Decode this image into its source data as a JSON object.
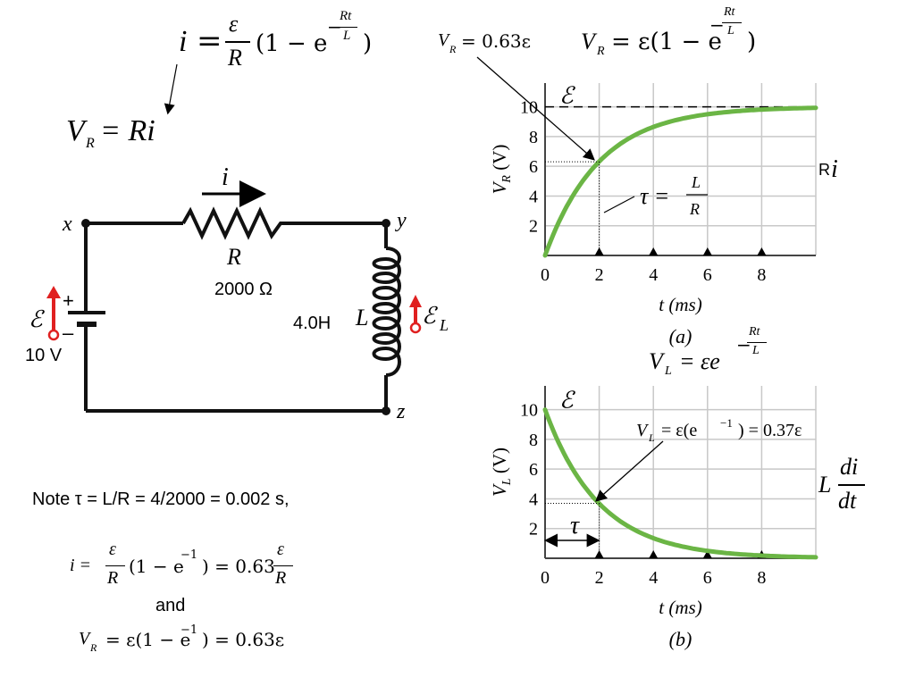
{
  "circuit": {
    "node_x": "x",
    "node_y": "y",
    "node_z": "z",
    "current_label": "i",
    "resistor_label": "R",
    "resistance_value": "2000 Ω",
    "inductor_label": "L",
    "inductance_value": "4.0H",
    "battery_plus": "+",
    "battery_minus": "–",
    "emf_symbol": "ℰ",
    "inductor_emf_symbol": "ℰ",
    "inductor_emf_subscript": "L",
    "battery_value": "10 V",
    "colors": {
      "wire": "#111111",
      "emf_arrow": "#e02020"
    }
  },
  "equations": {
    "current_lhs": "i",
    "current_frac_num": "ε",
    "current_frac_den": "R",
    "current_rest": "(1 − e",
    "current_exp_num": "Rt",
    "current_exp_den": "L",
    "current_close": ")",
    "vr_ohm": "V",
    "vr_ohm_sub": "R",
    "vr_ohm_rhs": "= Ri",
    "vr_063_label": "V",
    "vr_063_sub": "R",
    "vr_063_rhs": "= 0.63ε",
    "vr_full": "V",
    "vr_full_sub": "R",
    "vr_full_rhs": "= ε(1 − e",
    "vr_full_exp_num": "Rt",
    "vr_full_exp_den": "L",
    "vr_full_close": ")",
    "tau_lhs": "τ =",
    "tau_num": "L",
    "tau_den": "R",
    "ri_side_R": "R",
    "ri_side_i": "i",
    "vl_full": "V",
    "vl_full_sub": "L",
    "vl_full_rhs": "= εe",
    "vl_exp_num": "Rt",
    "vl_exp_den": "L",
    "vl_037": "V",
    "vl_037_sub": "L",
    "vl_037_rhs": "= ε(e",
    "vl_037_exp": "−1",
    "vl_037_tail": ") = 0.37ε",
    "l_didt_L": "L",
    "l_didt_num": "di",
    "l_didt_den": "dt"
  },
  "notes": {
    "note_line": "Note τ = L/R = 4/2000 = 0.002 s,",
    "i_lhs": "i =",
    "i_num": "ε",
    "i_den": "R",
    "i_mid": "(1 − e",
    "i_exp": "−1",
    "i_mid2": ") = 0.63",
    "i_num2": "ε",
    "i_den2": "R",
    "and": "and",
    "vr_lhs": "V",
    "vr_sub": "R",
    "vr_rhs": "= ε(1 − e",
    "vr_exp": "−1",
    "vr_tail": ") = 0.63ε"
  },
  "chart_data": [
    {
      "type": "line",
      "panel_label": "(a)",
      "ylabel": "V",
      "ylabel_sub": "R",
      "ylabel_unit": " (V)",
      "xlabel": "t (ms)",
      "emf_label": "ℰ",
      "x_ticks": [
        "0",
        "2",
        "4",
        "6",
        "8"
      ],
      "y_ticks": [
        "2",
        "4",
        "6",
        "8",
        "10"
      ],
      "xlim": [
        0,
        10
      ],
      "ylim": [
        0,
        11.6
      ],
      "asymptote": 10,
      "tau": 2,
      "curve": "10*(1-exp(-t/2))",
      "marked_point": {
        "x": 2,
        "y": 6.3
      },
      "grid": true,
      "colors": {
        "curve": "#6bb545",
        "grid": "#c8c8c8",
        "frame": "#444444"
      }
    },
    {
      "type": "line",
      "panel_label": "(b)",
      "ylabel": "V",
      "ylabel_sub": "L",
      "ylabel_unit": " (V)",
      "xlabel": "t (ms)",
      "emf_label": "ℰ",
      "tau_label": "τ",
      "x_ticks": [
        "0",
        "2",
        "4",
        "6",
        "8"
      ],
      "y_ticks": [
        "2",
        "4",
        "6",
        "8",
        "10"
      ],
      "xlim": [
        0,
        10
      ],
      "ylim": [
        0,
        11.6
      ],
      "start": 10,
      "tau": 2,
      "curve": "10*exp(-t/2)",
      "marked_point": {
        "x": 2,
        "y": 3.7
      },
      "grid": true,
      "colors": {
        "curve": "#6bb545",
        "grid": "#c8c8c8",
        "frame": "#444444"
      }
    }
  ]
}
